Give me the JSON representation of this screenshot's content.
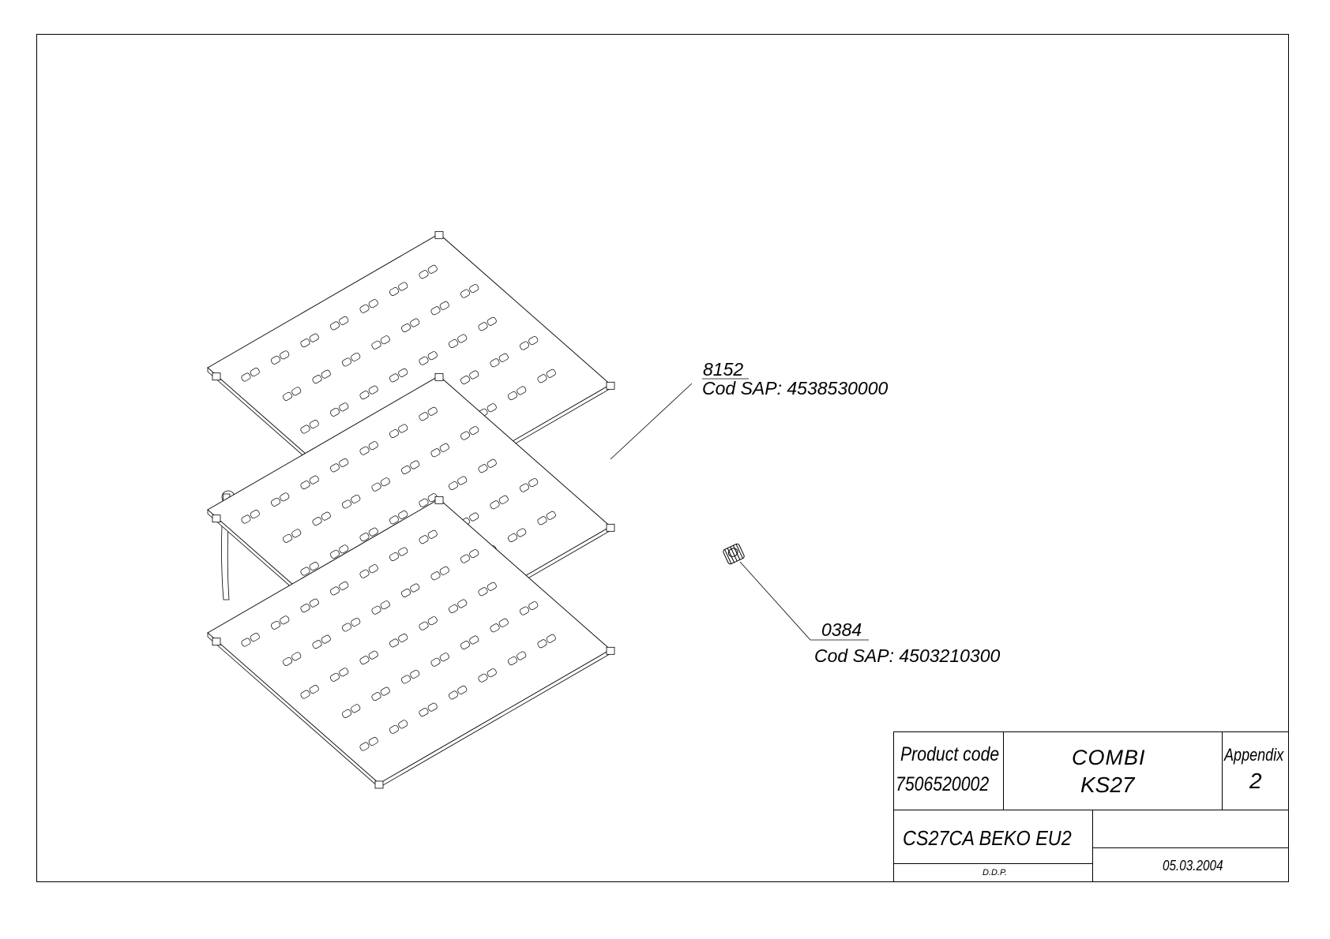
{
  "callouts": {
    "grille": {
      "number": "8152",
      "sap": "Cod SAP: 4538530000"
    },
    "plug": {
      "number": "0384",
      "sap": "Cod SAP: 4503210300"
    }
  },
  "title_block": {
    "product_code_label": "Product code",
    "product_code": "7506520002",
    "name_line1": "COMBI",
    "name_line2": "KS27",
    "appendix_label": "Appendix",
    "appendix_number": "2",
    "model": "CS27CA BEKO EU2",
    "drawn_by": "D.D.P.",
    "date": "05.03.2004"
  },
  "colors": {
    "line": "#000000",
    "paper": "#ffffff"
  }
}
